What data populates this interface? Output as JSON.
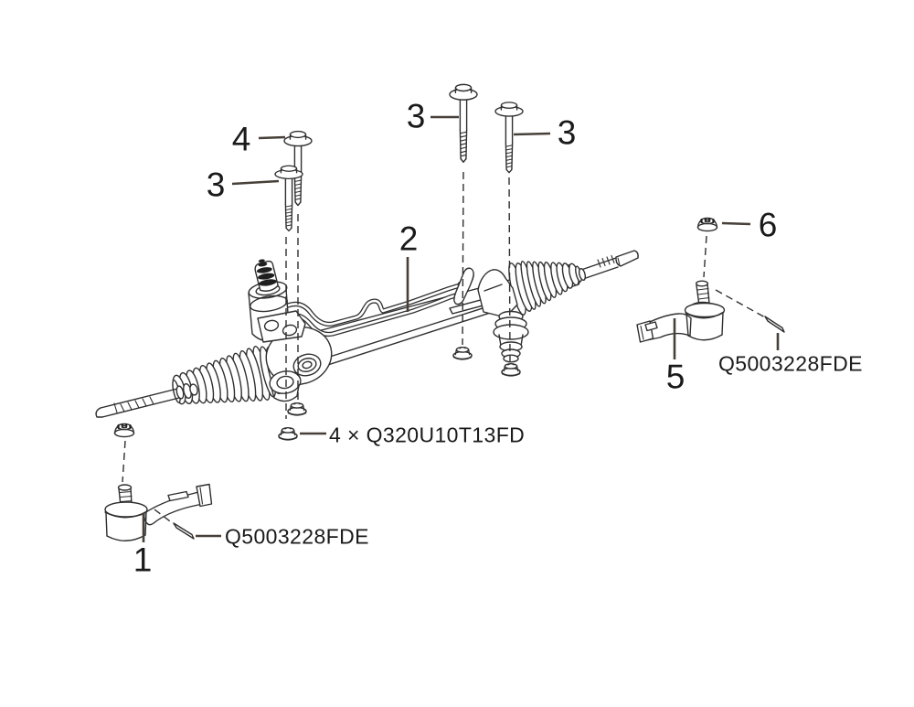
{
  "diagram": {
    "colors": {
      "background": "#ffffff",
      "line": "#2f2f2f",
      "text": "#1a1a1a"
    },
    "callouts": {
      "c1": "1",
      "c2": "2",
      "c3a": "3",
      "c3b": "3",
      "c3c": "3",
      "c4": "4",
      "c5": "5",
      "c6": "6"
    },
    "part_numbers": {
      "nut_set": "4 × Q320U10T13FD",
      "tie_rod_end_left": "Q5003228FDE",
      "tie_rod_end_right": "Q5003228FDE"
    }
  }
}
